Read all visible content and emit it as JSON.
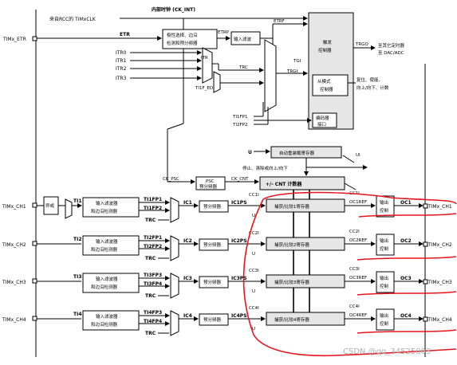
{
  "top": {
    "internal_clock": "内部时钟 (CK_INT)",
    "rcc_source": "来自RCC的 TIMxCLK"
  },
  "trigger": {
    "etr_pin": "TIMx_ETR",
    "etr": "ETR",
    "polarity_block": "极性选择、边沿\n检测和预分频器",
    "etrp": "ETRP",
    "input_filter": "输入滤波",
    "etrf": "ETRF",
    "itr": [
      "ITR0",
      "ITR1",
      "ITR2",
      "ITR3"
    ],
    "itr_label": "ITR",
    "trc": "TRC",
    "ti1f_ed": "TI1F_ED",
    "tgi": "TGI",
    "trgi": "TRGI",
    "ti1fp1": "TI1FP1",
    "ti2fp2": "TI2FP2",
    "trigger_controller": "触发\n控制器",
    "trgo": "TRGO",
    "trgo_dest": "至其它定时器\n至 DAC/ADC",
    "slave_controller": "从模式\n控制器",
    "slave_note": "复位、使能、\n向上/向下、计数",
    "encoder": "编码器\n接口"
  },
  "counter": {
    "u_label": "U",
    "ui_label": "UI",
    "autoreload": "自动重装载寄存器",
    "stop_clear": "停止、清除或向上/向下",
    "ck_psc": "CK_PSC",
    "psc": "PSC\n预分频器",
    "ck_cnt": "CK_CNT",
    "cnt": "+/-   CNT 计数器"
  },
  "channels": [
    {
      "pin": "TIMx_CH1",
      "ti": "TI1",
      "filter": "输入滤波器\n和边沿检测器",
      "fp_a": "TI1FP1",
      "fp_b": "TI1FP2",
      "trc": "TRC",
      "ic": "IC1",
      "presc": "预分频器",
      "icps": "IC1PS",
      "ccr": "捕获/比较1寄存器",
      "cci": "CC1I",
      "ocref": "OC1REF",
      "out_ctrl": "输出\n控制",
      "oc": "OC1",
      "out_pin": "TIMx_CH1"
    },
    {
      "pin": "TIMx_CH2",
      "ti": "TI2",
      "filter": "输入滤波器\n和边沿检测器",
      "fp_a": "TI2FP1",
      "fp_b": "TI2FP2",
      "trc": "TRC",
      "ic": "IC2",
      "presc": "预分频器",
      "icps": "IC2PS",
      "ccr": "捕获/比较2寄存器",
      "cci": "CC2I",
      "ocref": "OC2REF",
      "out_ctrl": "输出\n控制",
      "oc": "OC2",
      "out_pin": "TIMx_CH2"
    },
    {
      "pin": "TIMx_CH3",
      "ti": "TI3",
      "filter": "输入滤波器\n和边沿检测器",
      "fp_a": "TI3FP3",
      "fp_b": "TI3FP4",
      "trc": "TRC",
      "ic": "IC3",
      "presc": "预分频器",
      "icps": "IC3PS",
      "ccr": "捕获/比较3寄存器",
      "cci": "CC3I",
      "ocref": "OC3REF",
      "out_ctrl": "输出\n控制",
      "oc": "OC3",
      "out_pin": "TIMx_CH3"
    },
    {
      "pin": "TIMx_CH4",
      "ti": "TI4",
      "filter": "输入滤波器\n和边沿检测器",
      "fp_a": "TI4FP3",
      "fp_b": "TI4FP4",
      "trc": "TRC",
      "ic": "IC4",
      "presc": "预分频器",
      "icps": "IC4PS",
      "ccr": "捕获/比较4寄存器",
      "cci": "CC4I",
      "ocref": "OC4REF",
      "out_ctrl": "输出\n控制",
      "oc": "OC4",
      "out_pin": "TIMx_CH4"
    }
  ],
  "xor_label": "异或",
  "watermark": "CSDN @qq_34525003"
}
